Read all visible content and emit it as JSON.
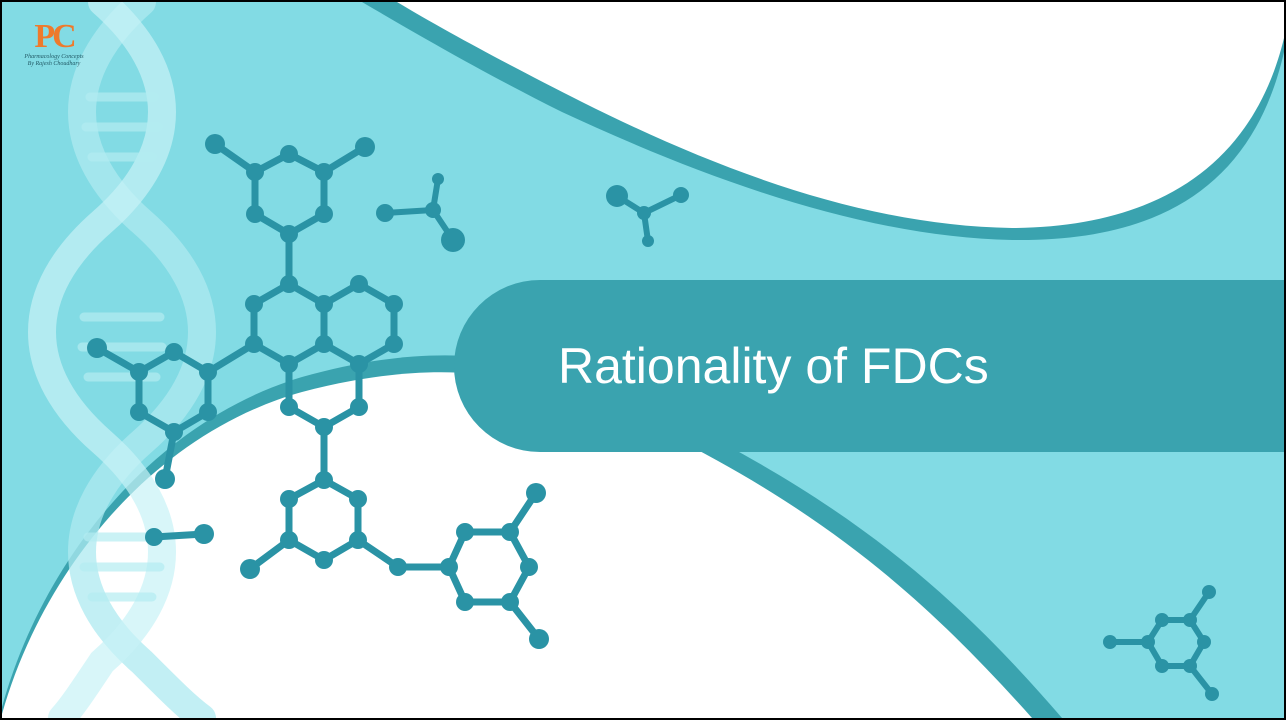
{
  "slide": {
    "title": "Rationality of FDCs"
  },
  "logo": {
    "mark": "PC",
    "line1": "Pharmacology Concepts",
    "line2": "By Rajesh Choudhary"
  },
  "colors": {
    "background": "#82dbe4",
    "band": "#3aa3af",
    "molecule": "#2a93a5",
    "swoosh_white": "#ffffff",
    "logo_orange": "#ee7a2c"
  },
  "icons": [
    "dna-helix-icon",
    "molecule-icon"
  ]
}
